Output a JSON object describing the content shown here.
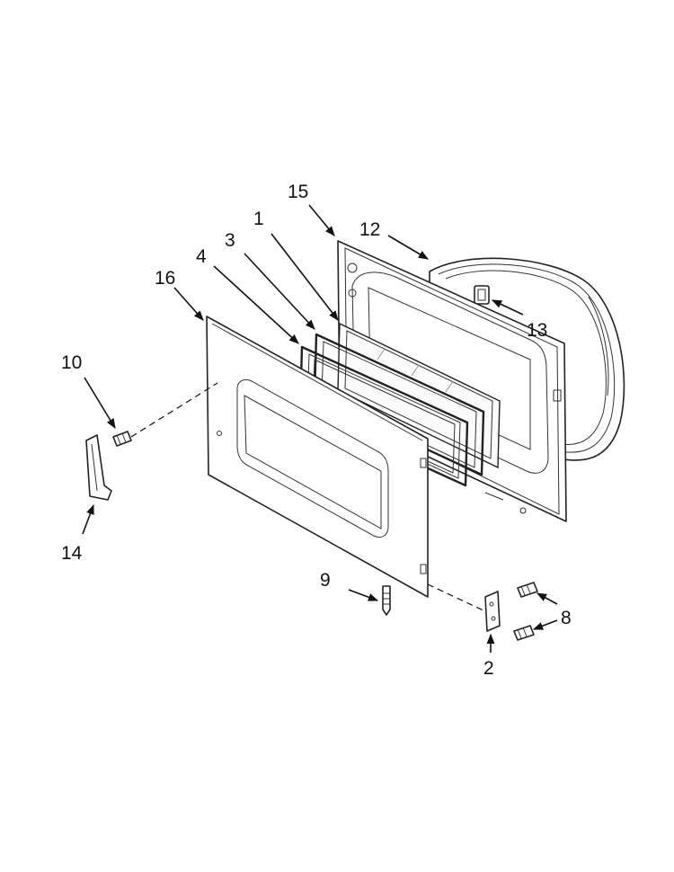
{
  "diagram": {
    "callouts": {
      "c1": "1",
      "c2": "2",
      "c3": "3",
      "c4": "4",
      "c8": "8",
      "c9": "9",
      "c10": "10",
      "c12": "12",
      "c13": "13",
      "c14": "14",
      "c15": "15",
      "c16": "16"
    }
  }
}
